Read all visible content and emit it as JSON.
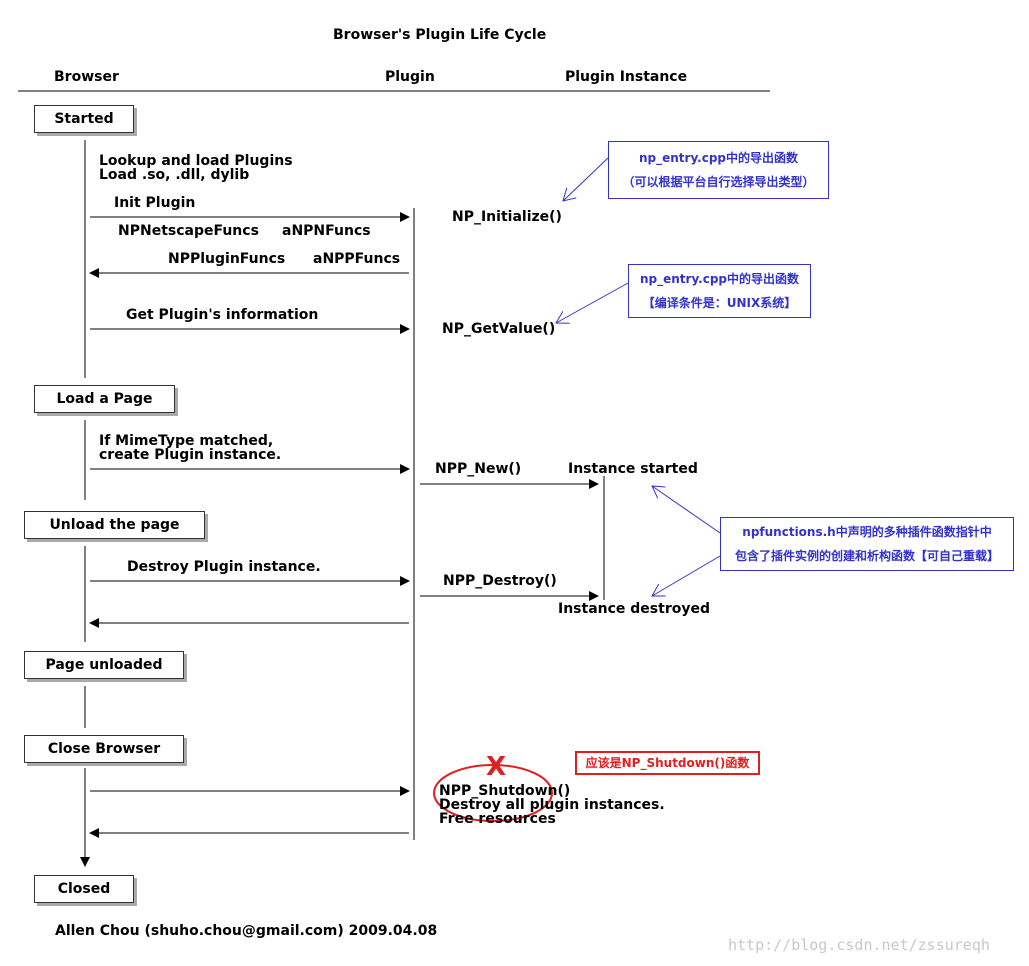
{
  "title": "Browser's Plugin Life Cycle",
  "columns": {
    "browser": "Browser",
    "plugin": "Plugin",
    "instance": "Plugin Instance"
  },
  "states": {
    "started": "Started",
    "load_page": "Load a Page",
    "unload_page": "Unload the page",
    "page_unloaded": "Page unloaded",
    "close_browser": "Close Browser",
    "closed": "Closed"
  },
  "labels": {
    "lookup": "Lookup and load Plugins\nLoad .so, .dll, dylib",
    "init_plugin": "Init Plugin",
    "np_netscape_funcs": "NPNetscapeFuncs",
    "a_npn_funcs": "aNPNFuncs",
    "np_plugin_funcs": "NPPluginFuncs",
    "a_npp_funcs": "aNPPFuncs",
    "get_info": "Get Plugin's information",
    "mime": "If MimeType matched,\ncreate Plugin instance.",
    "destroy_instance": "Destroy Plugin instance.",
    "shutdown_desc": "Destroy all plugin instances.\nFree resources"
  },
  "functions": {
    "np_initialize": "NP_Initialize()",
    "np_getvalue": "NP_GetValue()",
    "npp_new": "NPP_New()",
    "npp_destroy": "NPP_Destroy()",
    "npp_shutdown": "NPP_Shutdown()"
  },
  "instance_events": {
    "started": "Instance started",
    "destroyed": "Instance destroyed"
  },
  "annotations": {
    "note1": [
      "np_entry.cpp中的导出函数",
      "（可以根据平台自行选择导出类型）"
    ],
    "note2": [
      "np_entry.cpp中的导出函数",
      "【编译条件是：UNIX系统】"
    ],
    "note3": [
      "npfunctions.h中声明的多种插件函数指针中",
      "包含了插件实例的创建和析构函数【可自己重载】"
    ],
    "correction": "应该是NP_Shutdown()函数",
    "cross_mark": "X"
  },
  "author": "Allen Chou (shuho.chou@gmail.com) 2009.04.08",
  "watermark": "http://blog.csdn.net/zssureqh",
  "colors": {
    "note": "#3333cc",
    "correction": "#e02020",
    "line": "#000000"
  }
}
